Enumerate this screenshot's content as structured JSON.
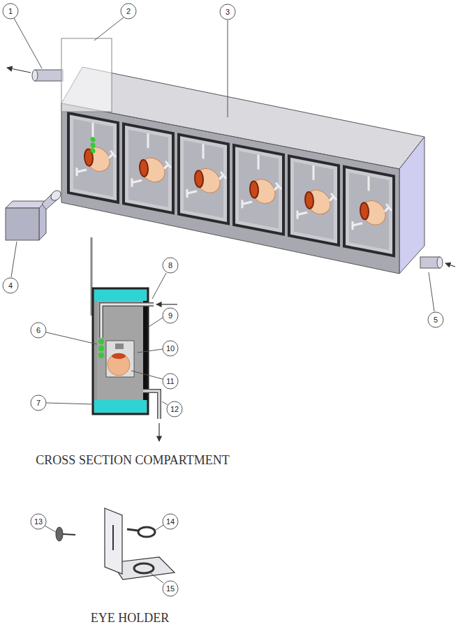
{
  "diagram": {
    "labels": [
      "1",
      "2",
      "3",
      "4",
      "5",
      "8",
      "9",
      "6",
      "10",
      "11",
      "7",
      "12",
      "CROSS SECTION COMPARTMENT",
      "13",
      "14",
      "15",
      "EYE HOLDER"
    ]
  }
}
